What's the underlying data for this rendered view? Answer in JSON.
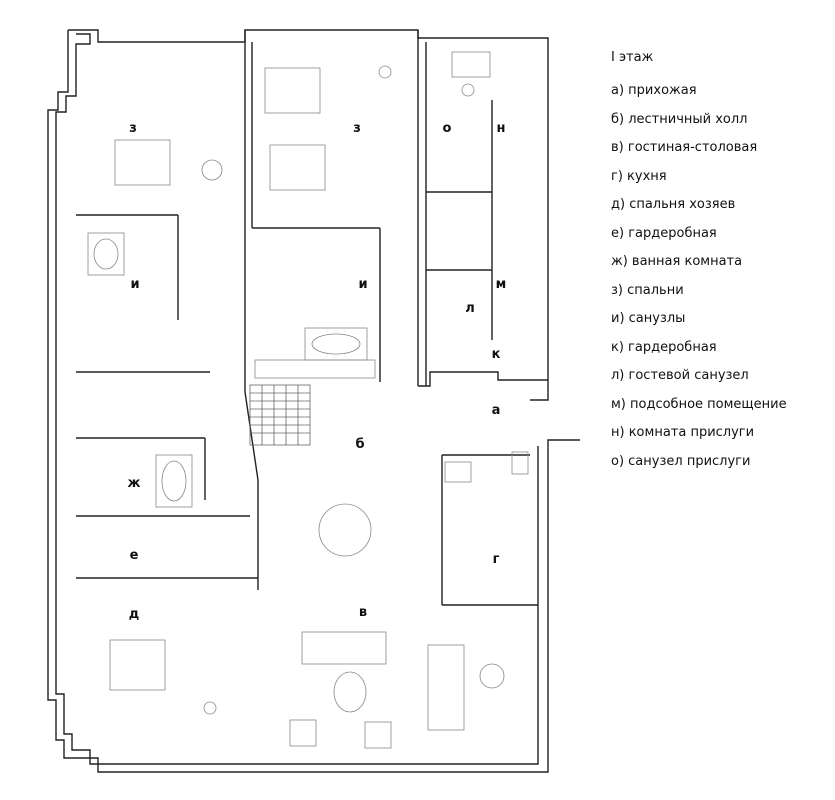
{
  "legend": {
    "title": "I этаж",
    "items": [
      "а)  прихожая",
      "б)  лестничный холл",
      "в)  гостиная-столовая",
      "г)  кухня",
      "д)  спальня хозяев",
      "е)  гардеробная",
      "ж)  ванная комната",
      "з) спальни",
      "и) санузлы",
      "к) гардеробная",
      "л) гостевой санузел",
      "м) подсобное помещение",
      "н) комната прислуги",
      "о) санузел прислуги"
    ]
  },
  "rooms": [
    {
      "letter": "з"
    },
    {
      "letter": "з"
    },
    {
      "letter": "о"
    },
    {
      "letter": "н"
    },
    {
      "letter": "и"
    },
    {
      "letter": "и"
    },
    {
      "letter": "м"
    },
    {
      "letter": "л"
    },
    {
      "letter": "к"
    },
    {
      "letter": "а"
    },
    {
      "letter": "б"
    },
    {
      "letter": "ж"
    },
    {
      "letter": "е"
    },
    {
      "letter": "г"
    },
    {
      "letter": "д"
    },
    {
      "letter": "в"
    }
  ]
}
